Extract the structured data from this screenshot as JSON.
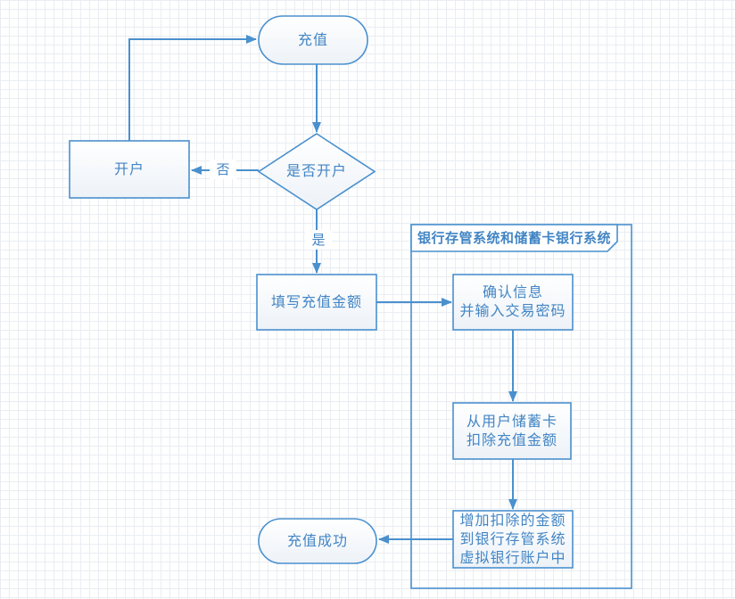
{
  "flowchart": {
    "frame_title": "银行存管系统和储蓄卡银行系统",
    "nodes": {
      "start": "充值",
      "decision": "是否开户",
      "open_account": "开户",
      "fill_amount": "填写充值金额",
      "confirm_info": "确认信息\n并输入交易密码",
      "deduct_amount": "从用户储蓄卡\n扣除充值金额",
      "add_amount": "增加扣除的金额\n到银行存管系统\n虚拟银行账户中",
      "success": "充值成功"
    },
    "edge_labels": {
      "no": "否",
      "yes": "是"
    }
  },
  "colors": {
    "stroke": "#4a90ce",
    "text": "#4285c4",
    "fill-top": "#ffffff",
    "fill-bottom": "#edf2f8",
    "grid": "#e9edf2"
  }
}
